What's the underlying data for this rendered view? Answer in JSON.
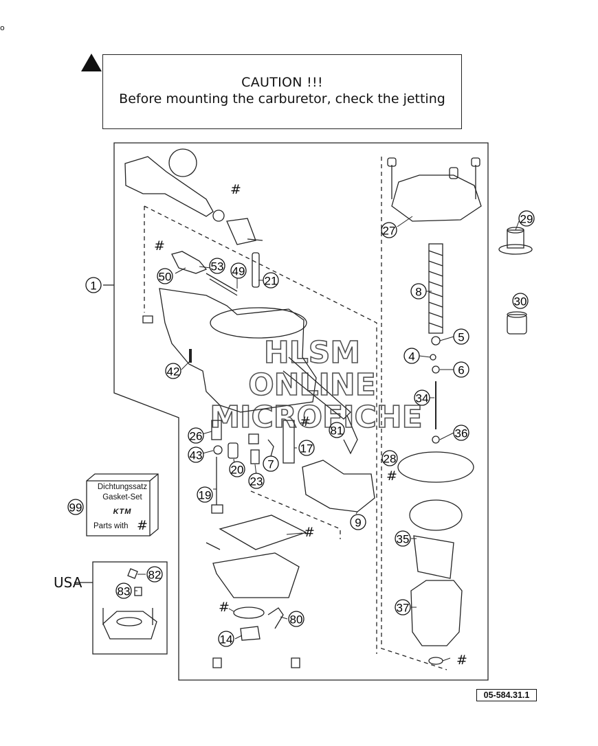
{
  "corner_mark": "o",
  "caution": {
    "title": "CAUTION !!!",
    "text": "Before mounting the carburetor, check the jetting"
  },
  "gasket_set": {
    "line1": "Dichtungssatz",
    "line2": "Gasket-Set",
    "logo": "KTM",
    "line3": "Parts with",
    "hash": "#"
  },
  "usa_label": "USA",
  "drawing_code": "05-584.31.1",
  "watermark": [
    "HLSM",
    "ONLINE",
    "MICROFICHE"
  ],
  "hash_mark": "#",
  "callouts": [
    {
      "id": "p1",
      "label": "1"
    },
    {
      "id": "p27",
      "label": "27"
    },
    {
      "id": "p29",
      "label": "29"
    },
    {
      "id": "p53",
      "label": "53"
    },
    {
      "id": "p50",
      "label": "50"
    },
    {
      "id": "p49",
      "label": "49"
    },
    {
      "id": "p21",
      "label": "21"
    },
    {
      "id": "p8",
      "label": "8"
    },
    {
      "id": "p30",
      "label": "30"
    },
    {
      "id": "p5",
      "label": "5"
    },
    {
      "id": "p4",
      "label": "4"
    },
    {
      "id": "p6",
      "label": "6"
    },
    {
      "id": "p42",
      "label": "42"
    },
    {
      "id": "p34",
      "label": "34"
    },
    {
      "id": "p36",
      "label": "36"
    },
    {
      "id": "p81",
      "label": "81"
    },
    {
      "id": "p26",
      "label": "26"
    },
    {
      "id": "p17",
      "label": "17"
    },
    {
      "id": "p43",
      "label": "43"
    },
    {
      "id": "p7",
      "label": "7"
    },
    {
      "id": "p28",
      "label": "28"
    },
    {
      "id": "p20",
      "label": "20"
    },
    {
      "id": "p23",
      "label": "23"
    },
    {
      "id": "p19",
      "label": "19"
    },
    {
      "id": "p99",
      "label": "99"
    },
    {
      "id": "p9",
      "label": "9"
    },
    {
      "id": "p35",
      "label": "35"
    },
    {
      "id": "p82",
      "label": "82"
    },
    {
      "id": "p83",
      "label": "83"
    },
    {
      "id": "p37",
      "label": "37"
    },
    {
      "id": "p80",
      "label": "80"
    },
    {
      "id": "p14",
      "label": "14"
    }
  ]
}
